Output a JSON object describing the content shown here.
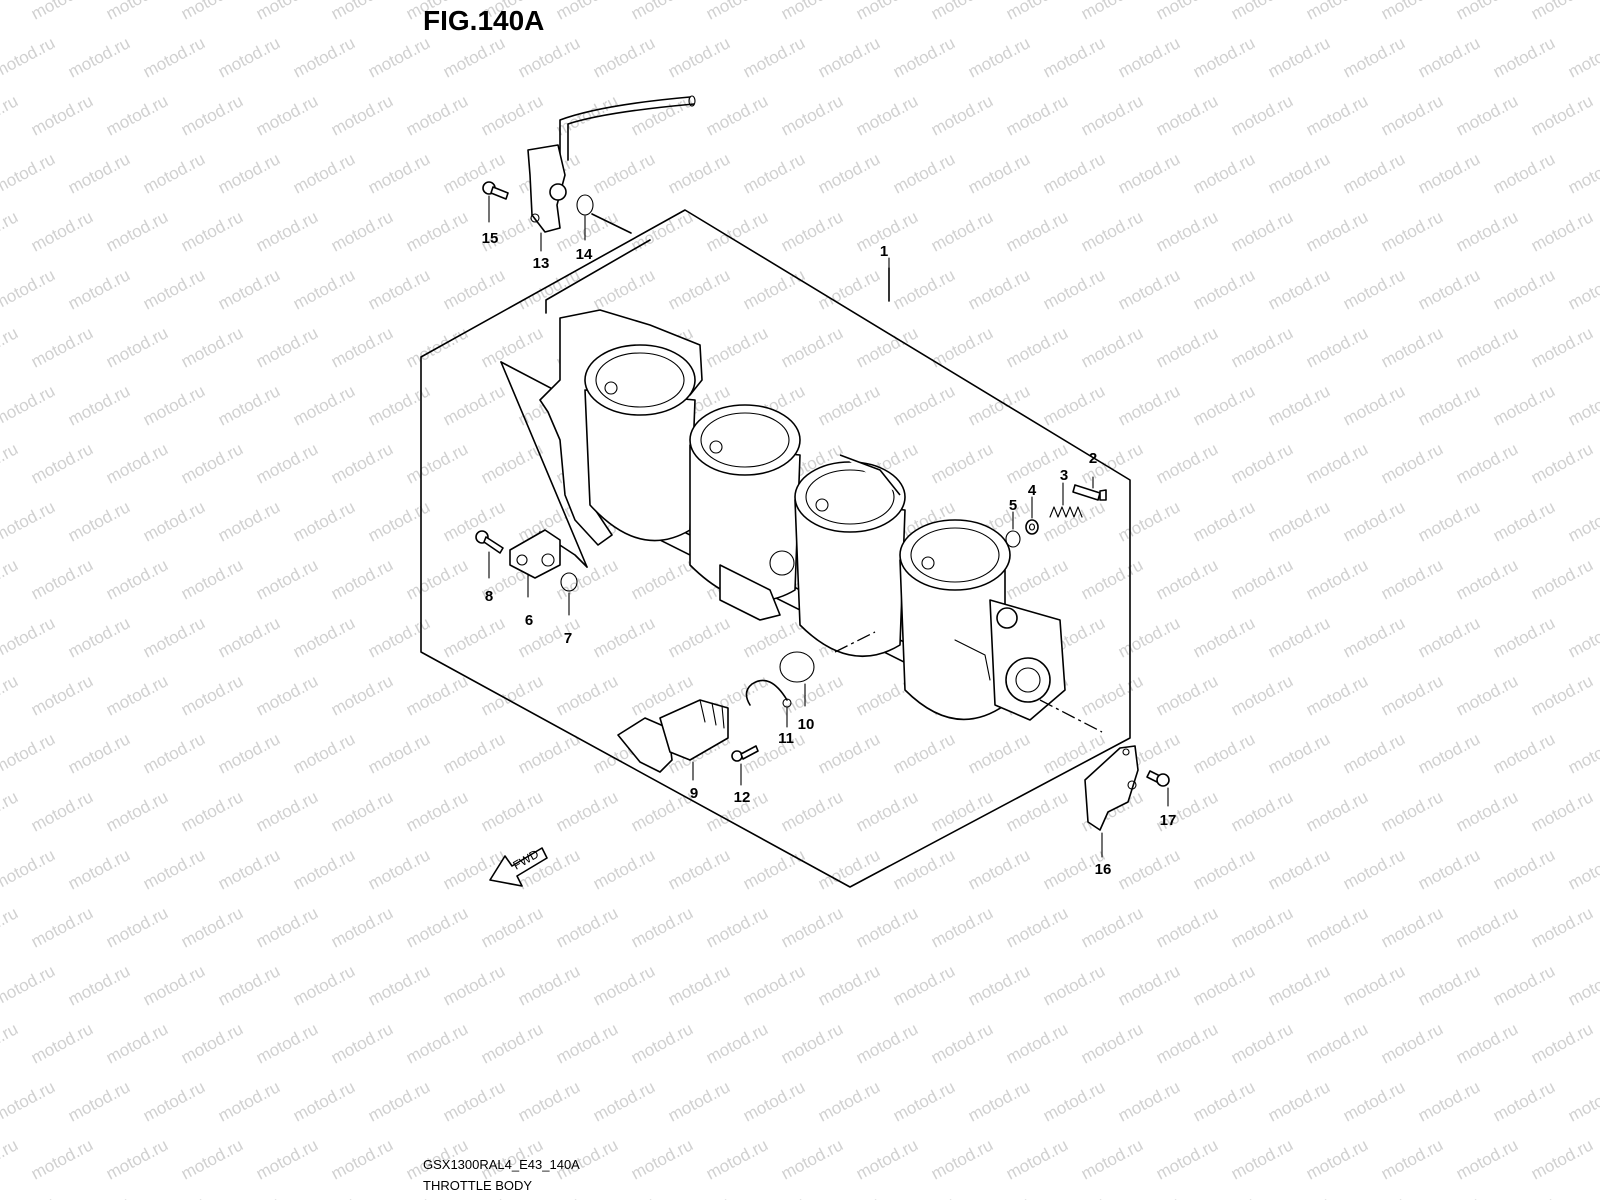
{
  "figure_title": "FIG.140A",
  "diagram_code": "GSX1300RAL4_E43_140A",
  "diagram_name": "THROTTLE BODY",
  "watermark_text": "motod.ru",
  "direction_label": "FWD",
  "part_callouts": [
    "1",
    "2",
    "3",
    "4",
    "5",
    "6",
    "7",
    "8",
    "9",
    "10",
    "11",
    "12",
    "13",
    "14",
    "15",
    "16",
    "17"
  ]
}
